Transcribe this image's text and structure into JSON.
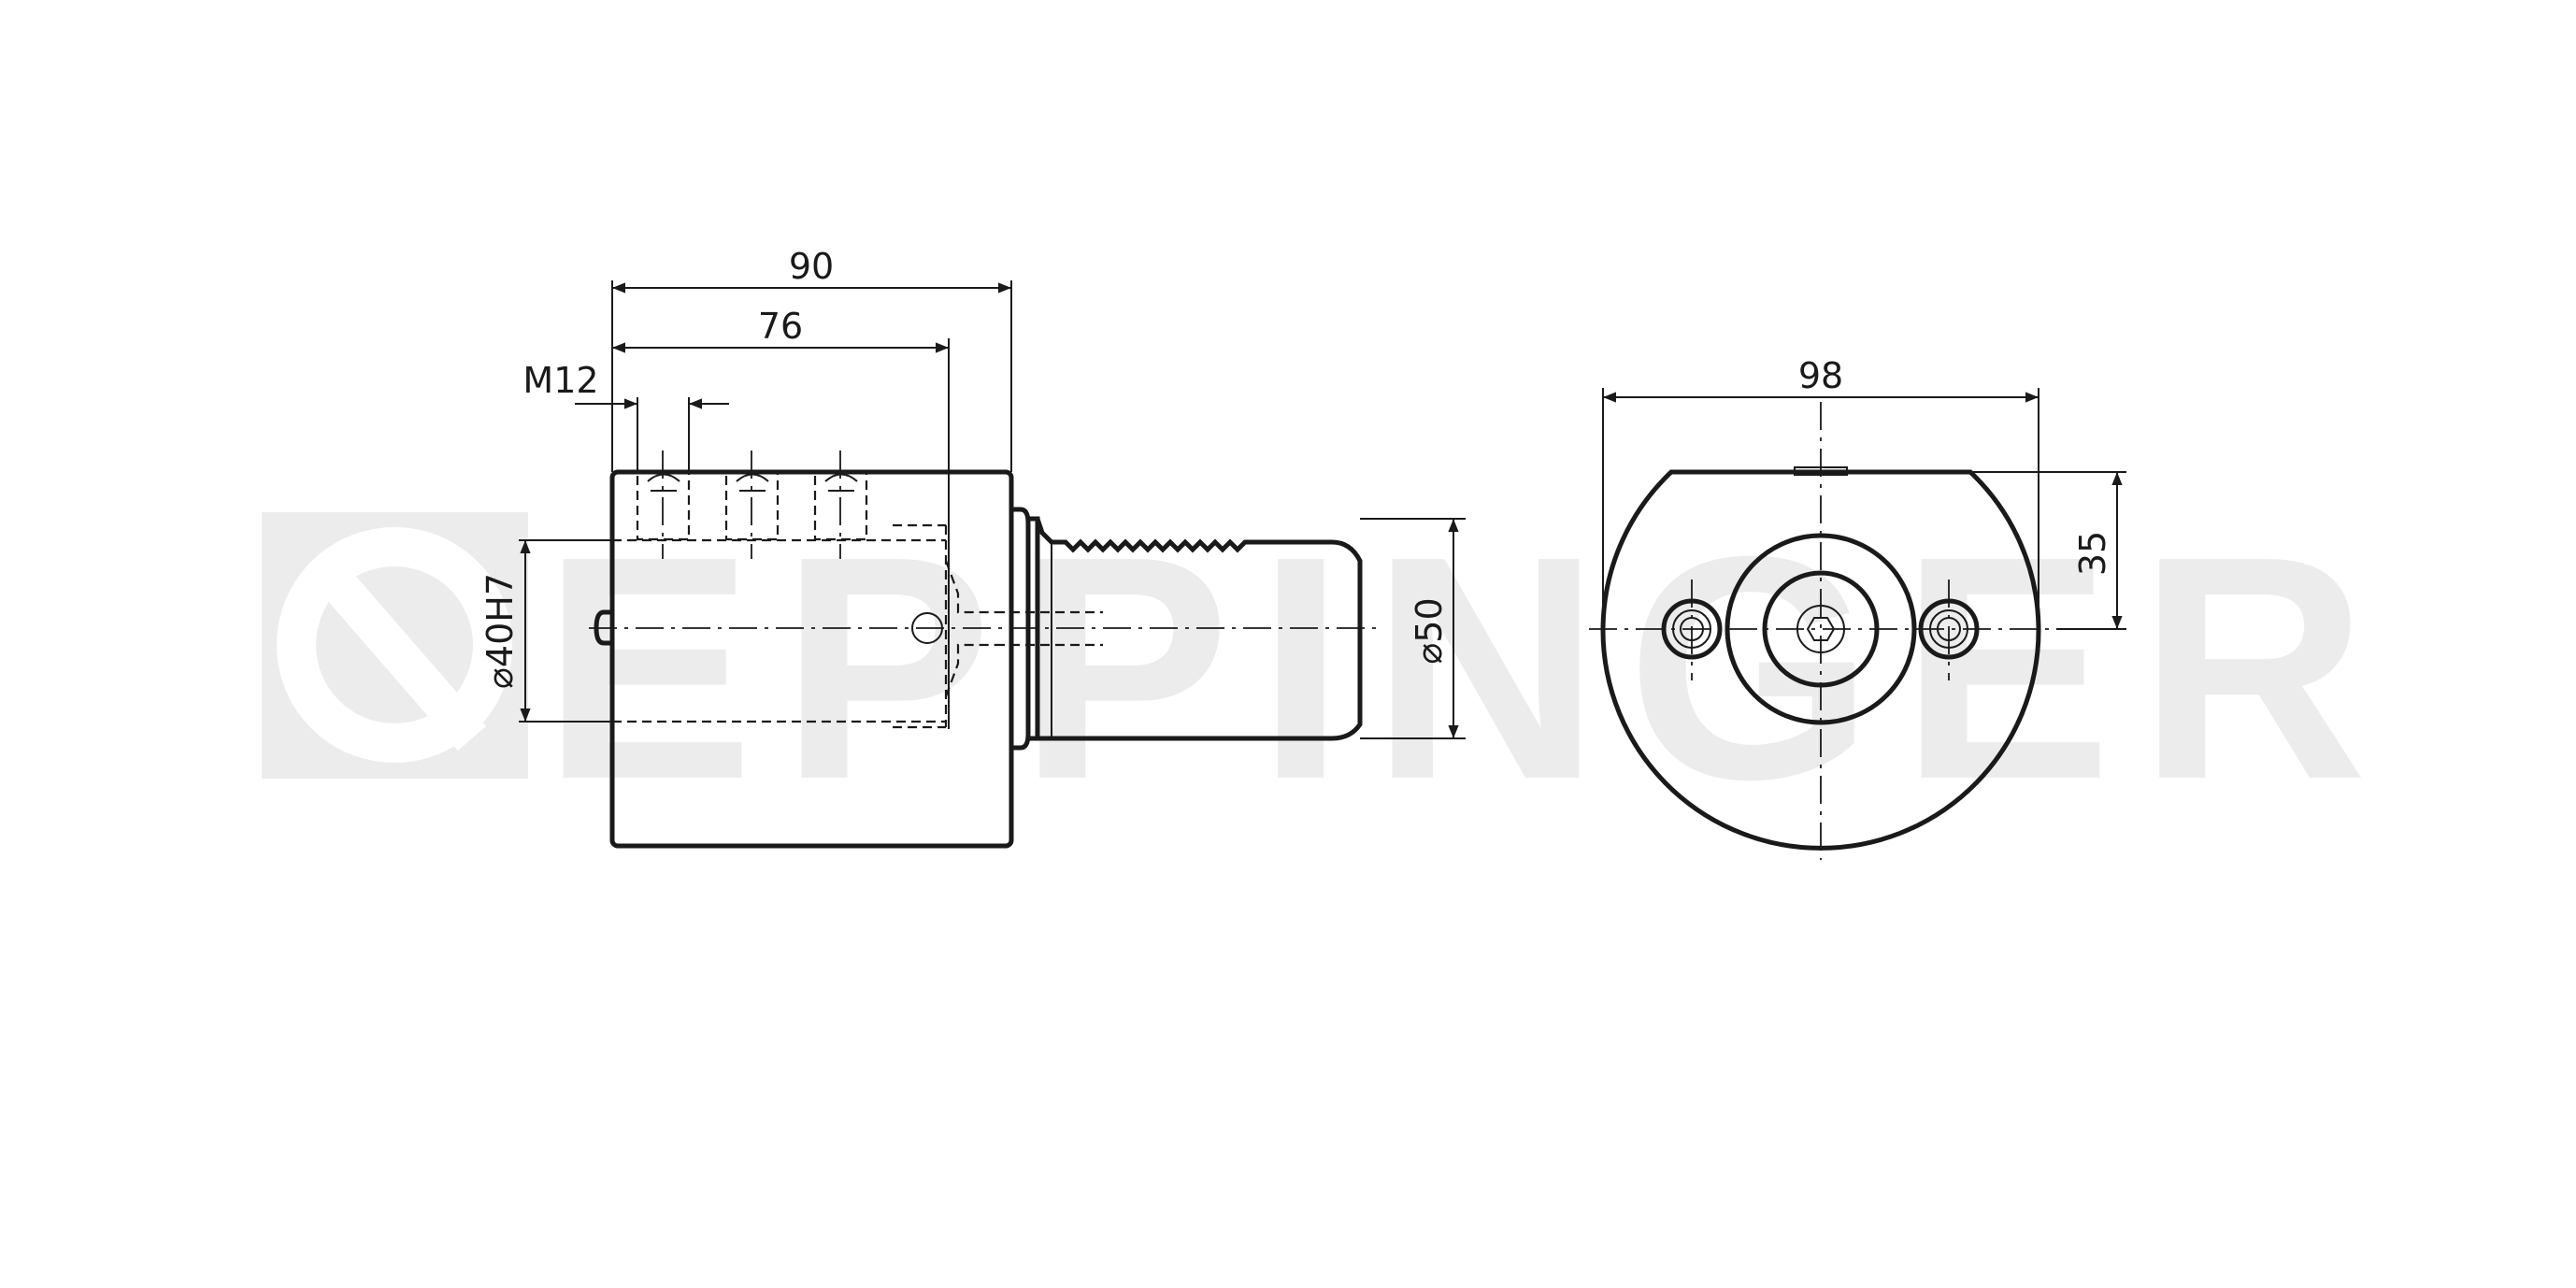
{
  "watermark": {
    "text": "EPPINGER",
    "color": "#ececec"
  },
  "dimensions": {
    "overall_length": "90",
    "body_length": "76",
    "thread": "M12",
    "bore": "⌀40H7",
    "shank": "⌀50",
    "width": "98",
    "height_offset": "35"
  },
  "colors": {
    "line": "#1a1a1a",
    "background": "#ffffff"
  }
}
